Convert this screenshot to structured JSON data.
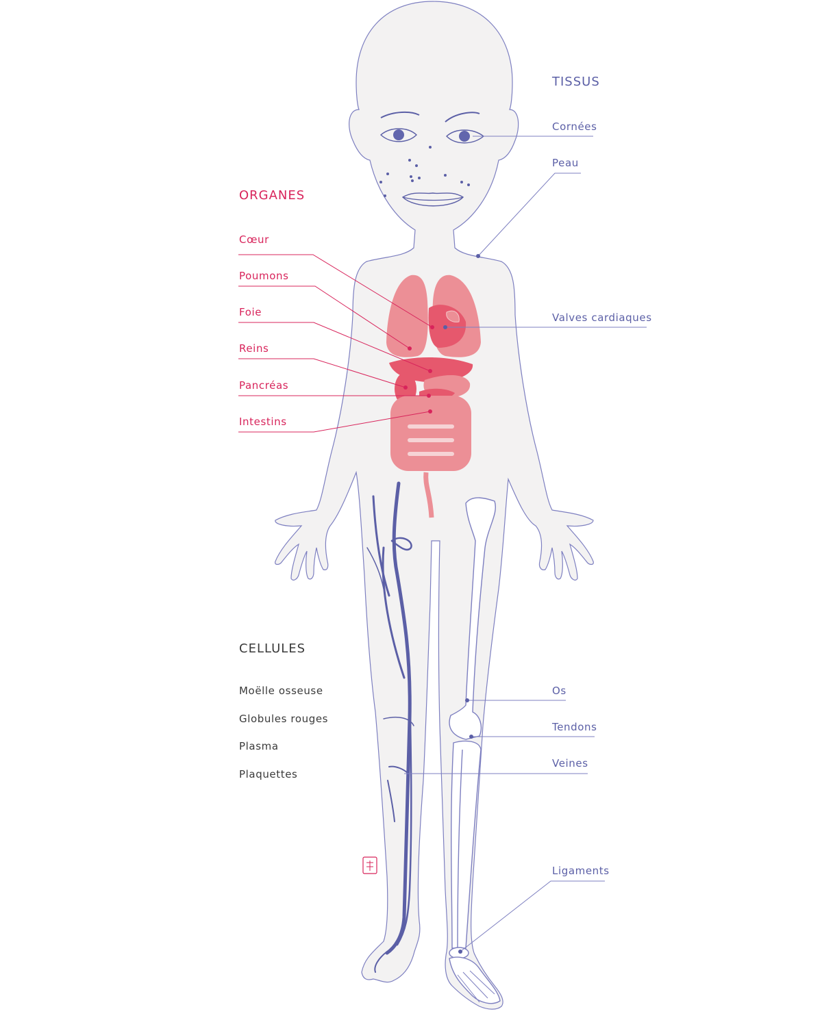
{
  "colors": {
    "tissue_accent": "#5b5fa6",
    "organ_accent": "#d8245b",
    "cell_text": "#3a3a3a",
    "body_fill": "#f3f2f2",
    "organ_fill": "#ec8f96",
    "organ_dark": "#e6586d"
  },
  "groups": {
    "tissues_title": "TISSUS",
    "organs_title": "ORGANES",
    "cells_title": "CELLULES"
  },
  "tissues": {
    "corneas": "Cornées",
    "skin": "Peau",
    "heart_valves": "Valves cardiaques",
    "bones": "Os",
    "tendons": "Tendons",
    "veins": "Veines",
    "ligaments": "Ligaments"
  },
  "organs": {
    "heart": "Cœur",
    "lungs": "Poumons",
    "liver": "Foie",
    "kidneys": "Reins",
    "pancreas": "Pancréas",
    "intestines": "Intestins"
  },
  "cells": {
    "bone_marrow": "Moëlle osseuse",
    "red_blood_cells": "Globules rouges",
    "plasma": "Plasma",
    "platelets": "Plaquettes"
  },
  "icons": {
    "stamp": "signature-stamp-icon"
  }
}
